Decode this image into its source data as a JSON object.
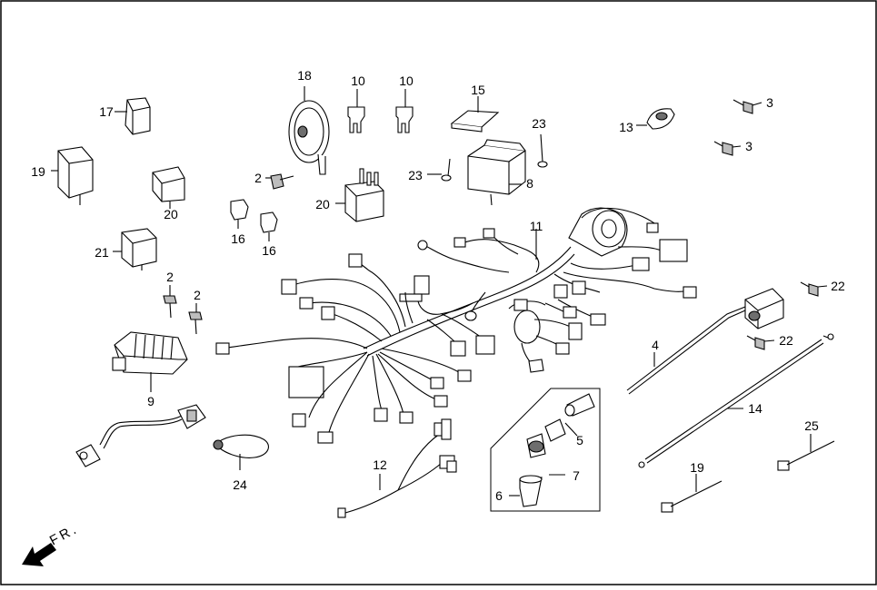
{
  "diagram": {
    "direction_label": "FR.",
    "callouts": [
      {
        "id": "c18",
        "text": "18"
      },
      {
        "id": "c10a",
        "text": "10"
      },
      {
        "id": "c10b",
        "text": "10"
      },
      {
        "id": "c15",
        "text": "15"
      },
      {
        "id": "c3a",
        "text": "3"
      },
      {
        "id": "c3b",
        "text": "3"
      },
      {
        "id": "c13",
        "text": "13"
      },
      {
        "id": "c23a",
        "text": "23"
      },
      {
        "id": "c23b",
        "text": "23"
      },
      {
        "id": "c8",
        "text": "8"
      },
      {
        "id": "c17",
        "text": "17"
      },
      {
        "id": "c19a",
        "text": "19"
      },
      {
        "id": "c20a",
        "text": "20"
      },
      {
        "id": "c2a",
        "text": "2"
      },
      {
        "id": "c20b",
        "text": "20"
      },
      {
        "id": "c16a",
        "text": "16"
      },
      {
        "id": "c16b",
        "text": "16"
      },
      {
        "id": "c11",
        "text": "11"
      },
      {
        "id": "c21",
        "text": "21"
      },
      {
        "id": "c2b",
        "text": "2"
      },
      {
        "id": "c2c",
        "text": "2"
      },
      {
        "id": "c22a",
        "text": "22"
      },
      {
        "id": "c22b",
        "text": "22"
      },
      {
        "id": "c4",
        "text": "4"
      },
      {
        "id": "c9",
        "text": "9"
      },
      {
        "id": "c14",
        "text": "14"
      },
      {
        "id": "c5",
        "text": "5"
      },
      {
        "id": "c25",
        "text": "25"
      },
      {
        "id": "c7",
        "text": "7"
      },
      {
        "id": "c12",
        "text": "12"
      },
      {
        "id": "c24",
        "text": "24"
      },
      {
        "id": "c19b",
        "text": "19"
      },
      {
        "id": "c6",
        "text": "6"
      }
    ]
  }
}
